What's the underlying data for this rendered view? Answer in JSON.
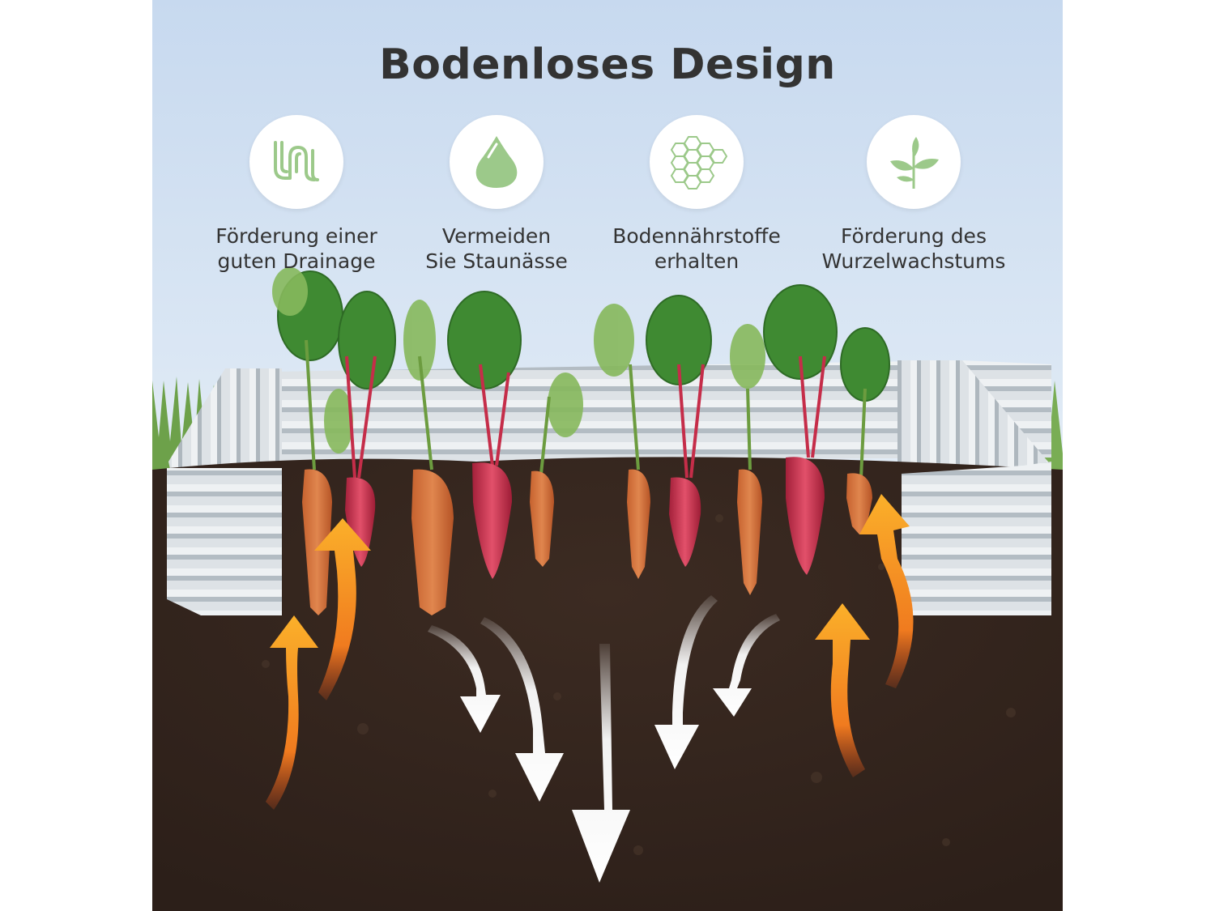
{
  "title": "Bodenloses Design",
  "features": [
    {
      "icon": "drainage-pipe-icon",
      "line1": "Förderung einer",
      "line2": "guten Drainage"
    },
    {
      "icon": "water-drop-icon",
      "line1": "Vermeiden",
      "line2": "Sie Staunässe"
    },
    {
      "icon": "honeycomb-icon",
      "line1": "Bodennährstoffe",
      "line2": "erhalten"
    },
    {
      "icon": "sprout-icon",
      "line1": "Förderung des",
      "line2": "Wurzelwachstums"
    }
  ],
  "colors": {
    "icon_green": "#9cc98a",
    "soil": "#3a2a22",
    "arrow_orange": "#f59a1c",
    "arrow_white": "#ffffff",
    "title_text": "#333333"
  }
}
